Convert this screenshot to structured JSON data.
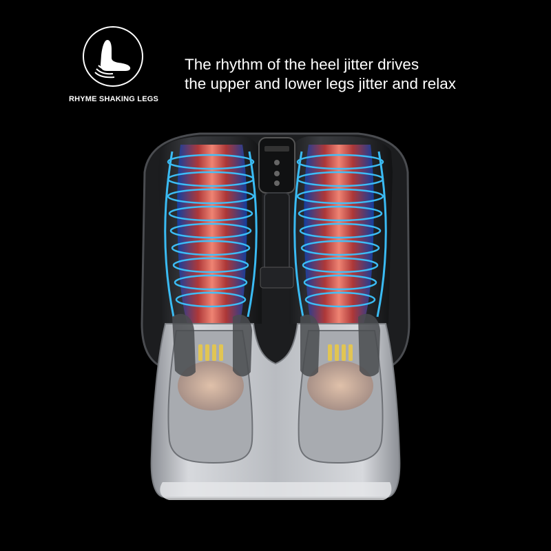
{
  "badge": {
    "icon": "foot-icon",
    "label": "RHYME SHAKING LEGS"
  },
  "headline": {
    "line1": "The rhythm of the heel jitter drives",
    "line2": "the upper and lower legs jitter and relax"
  },
  "colors": {
    "background": "#000000",
    "text": "#ffffff",
    "glow_blue": "#2fb8ff",
    "glow_red": "#ff5a4a",
    "shell_silver": "#c9ccd1"
  }
}
